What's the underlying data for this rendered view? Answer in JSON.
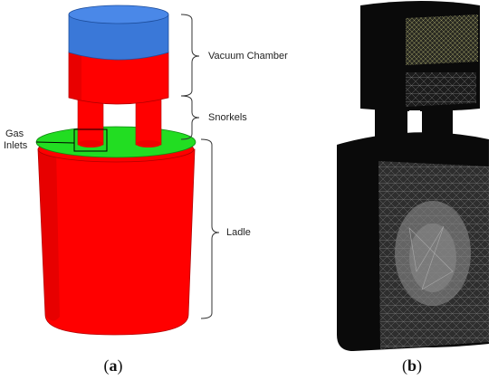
{
  "labels": {
    "vacuum_chamber": "Vacuum Chamber",
    "snorkels": "Snorkels",
    "ladle": "Ladle",
    "gas_line1": "Gas",
    "gas_line2": "Inlets"
  },
  "captions": {
    "a_open": "(",
    "a_letter": "a",
    "a_close": ")",
    "b_open": "(",
    "b_letter": "b",
    "b_close": ")"
  },
  "colors": {
    "vessel_red": "#ff0000",
    "chamber_blue": "#3a78d8",
    "ladle_top_green": "#22dd22",
    "mesh_black": "#0a0a0a",
    "bracket": "#333333"
  },
  "icons": {
    "left_panel": "cad-geometry-model",
    "right_panel": "mesh-model"
  }
}
